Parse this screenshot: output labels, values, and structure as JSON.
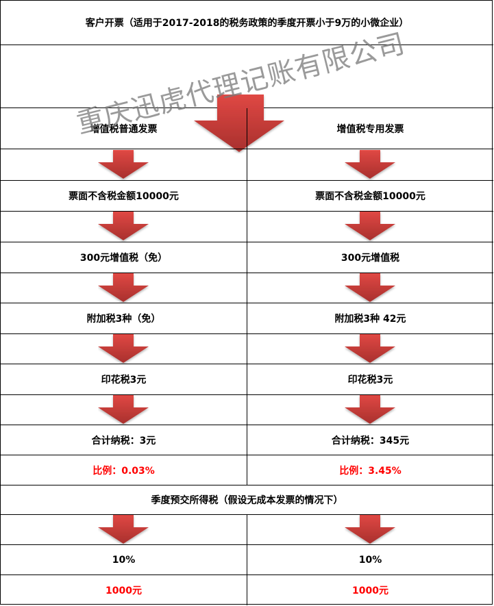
{
  "header": {
    "title": "客户开票（适用于2017-2018的税务政策的季度开票小于9万的小微企业）"
  },
  "watermark": "重庆迅虎代理记账有限公司",
  "colors": {
    "arrow": "#d9413e",
    "arrow_dark": "#a8302d",
    "highlight": "#ff0000",
    "border": "#000000"
  },
  "columns": {
    "left": {
      "invoice_type": "增值税普通发票",
      "amount": "票面不含税金额10000元",
      "vat": "300元增值税（免）",
      "surcharge": "附加税3种（免）",
      "stamp": "印花税3元",
      "total": "合计纳税：3元",
      "ratio": "比例：0.03%",
      "income_rate": "10%",
      "income_tax": "1000元"
    },
    "right": {
      "invoice_type": "增值税专用发票",
      "amount": "票面不含税金额10000元",
      "vat": "300元增值税",
      "surcharge": "附加税3种 42元",
      "stamp": "印花税3元",
      "total": "合计纳税：345元",
      "ratio": "比例：3.45%",
      "income_rate": "10%",
      "income_tax": "1000元"
    }
  },
  "income_section": {
    "title": "季度预交所得税（假设无成本发票的情况下）"
  },
  "icons": {
    "flow_arrow": "down-arrow-icon"
  }
}
